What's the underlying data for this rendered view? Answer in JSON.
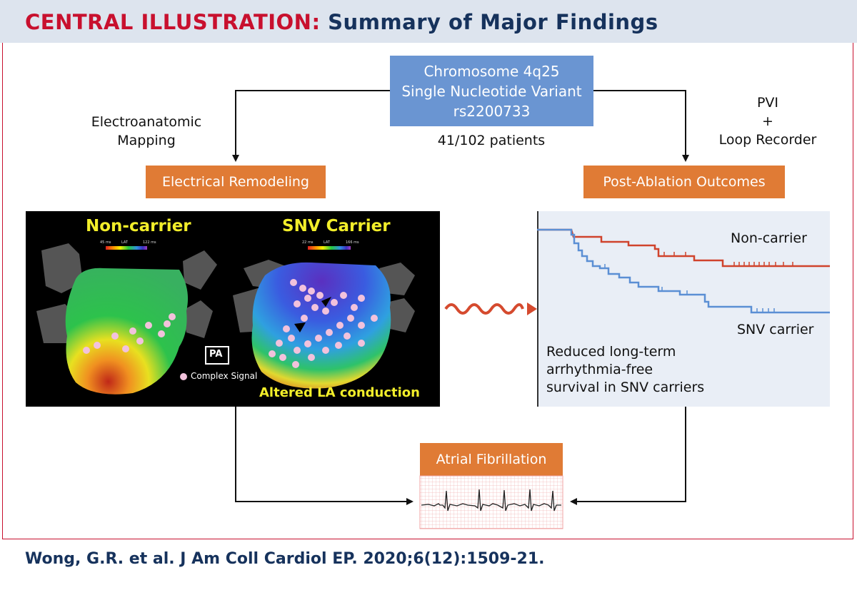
{
  "header": {
    "label": "CENTRAL ILLUSTRATION:",
    "title": "Summary of Major Findings"
  },
  "variant_box": {
    "lines": [
      "Chromosome 4q25",
      "Single Nucleotide Variant",
      "rs2200733"
    ]
  },
  "patients": "41/102 patients",
  "left_method": {
    "lines": [
      "Electroanatomic",
      "Mapping"
    ]
  },
  "right_method": {
    "lines": [
      "PVI",
      "+",
      "Loop Recorder"
    ]
  },
  "left_box": "Electrical Remodeling",
  "right_box": "Post-Ablation Outcomes",
  "bottom_box": "Atrial Fibrillation",
  "map": {
    "noncarrier_title": "Non-carrier",
    "carrier_title": "SNV Carrier",
    "scale_left": {
      "min": "45 ms",
      "label": "LAT",
      "max": "122 ms"
    },
    "scale_right": {
      "min": "22 ms",
      "label": "LAT",
      "max": "166 ms"
    },
    "pa_label": "PA",
    "legend_label": "Complex Signal",
    "caption": "Altered LA conduction",
    "colors": {
      "title": "#f2ee2a",
      "dot": "#f2c2dc"
    }
  },
  "km": {
    "noncarrier_label": "Non-carrier",
    "carrier_label": "SNV carrier",
    "caption_lines": [
      "Reduced long-term",
      "arrhythmia-free",
      "survival in SNV carriers"
    ],
    "colors": {
      "noncarrier": "#d0432c",
      "carrier": "#5b8fd4"
    }
  },
  "citation": "Wong, G.R. et al. J Am Coll Cardiol EP. 2020;6(12):1509-21.",
  "colors": {
    "accent_red": "#c8102e",
    "navy": "#16325c",
    "orange": "#e07b35",
    "blue_box": "#6a95d2"
  }
}
